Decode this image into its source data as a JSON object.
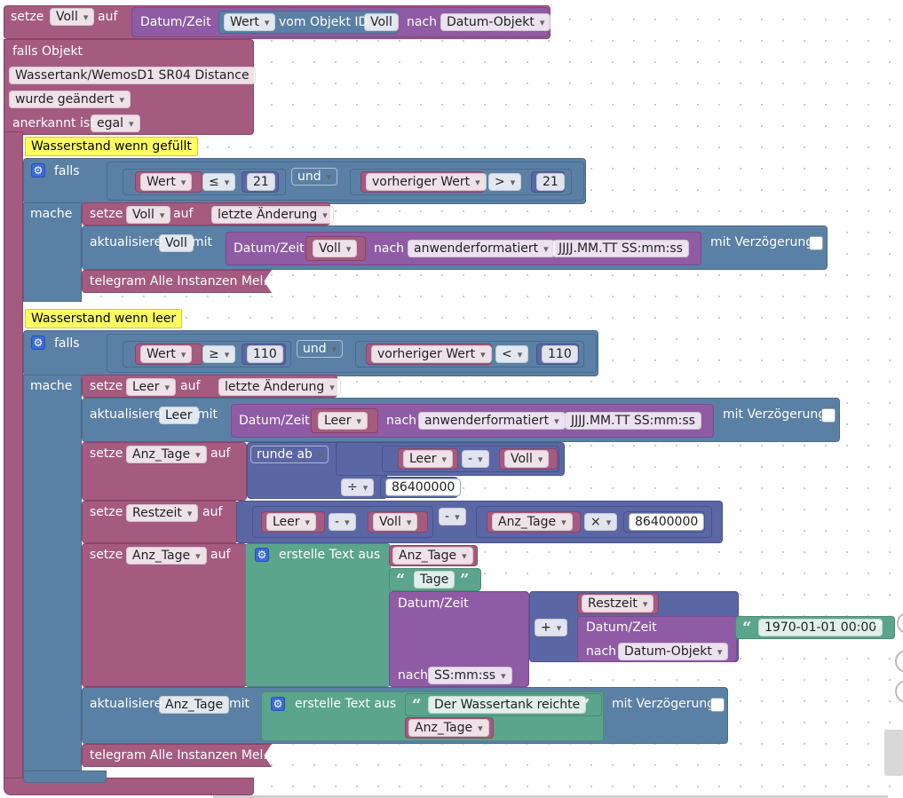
{
  "labels": {
    "setze": "setze",
    "auf": "auf",
    "datum_zeit": "Datum/Zeit",
    "vom_objekt_id": "vom Objekt ID",
    "nach": "nach",
    "falls_objekt": "falls Objekt",
    "anerkannt_ist": "anerkannt ist",
    "falls": "falls",
    "mache": "mache",
    "und": "und",
    "aktualisiere": "aktualisiere",
    "mit": "mit",
    "mit_verzoegerung": "mit Verzögerung",
    "erstelle_text_aus": "erstelle Text aus",
    "telegram": "telegram Alle Instanzen Mel..."
  },
  "vars": {
    "voll": "Voll",
    "leer": "Leer",
    "anz_tage": "Anz_Tage",
    "restzeit": "Restzeit"
  },
  "dropdowns": {
    "wert": "Wert",
    "datum_objekt": "Datum-Objekt",
    "object_id": "Wassertank/WemosD1 SR04  Distance",
    "wurde_geaendert": "wurde geändert",
    "egal": "egal",
    "vorheriger_wert": "vorheriger Wert",
    "letzte_aenderung": "letzte Änderung",
    "anwenderformatiert": "anwenderformatiert",
    "runde_ab": "runde ab"
  },
  "operators": {
    "le": "≤",
    "gt": ">",
    "ge": "≥",
    "lt": "<",
    "minus": "-",
    "div": "÷",
    "mul": "×",
    "plus": "+"
  },
  "numbers": {
    "n21": "21",
    "n110": "110",
    "ms_per_day": "86400000"
  },
  "texts": {
    "format": "JJJJ.MM.TT SS:mm:ss",
    "tage": "Tage",
    "ssmmss": "SS:mm:ss",
    "epoch": "1970-01-01 00:00",
    "reichte": "Der Wassertank reichte"
  },
  "comments": {
    "gefuellt": "Wasserstand wenn gefüllt",
    "leer": "Wasserstand wenn leer"
  },
  "colors": {
    "variables": "#a55b80",
    "logic": "#5b80a5",
    "math": "#5b67a5",
    "time": "#8f5ba5",
    "text": "#5ba58c",
    "comment": "#fefe60"
  },
  "icons": {
    "gear": "gear-icon",
    "checkbox": "checkbox-icon"
  }
}
